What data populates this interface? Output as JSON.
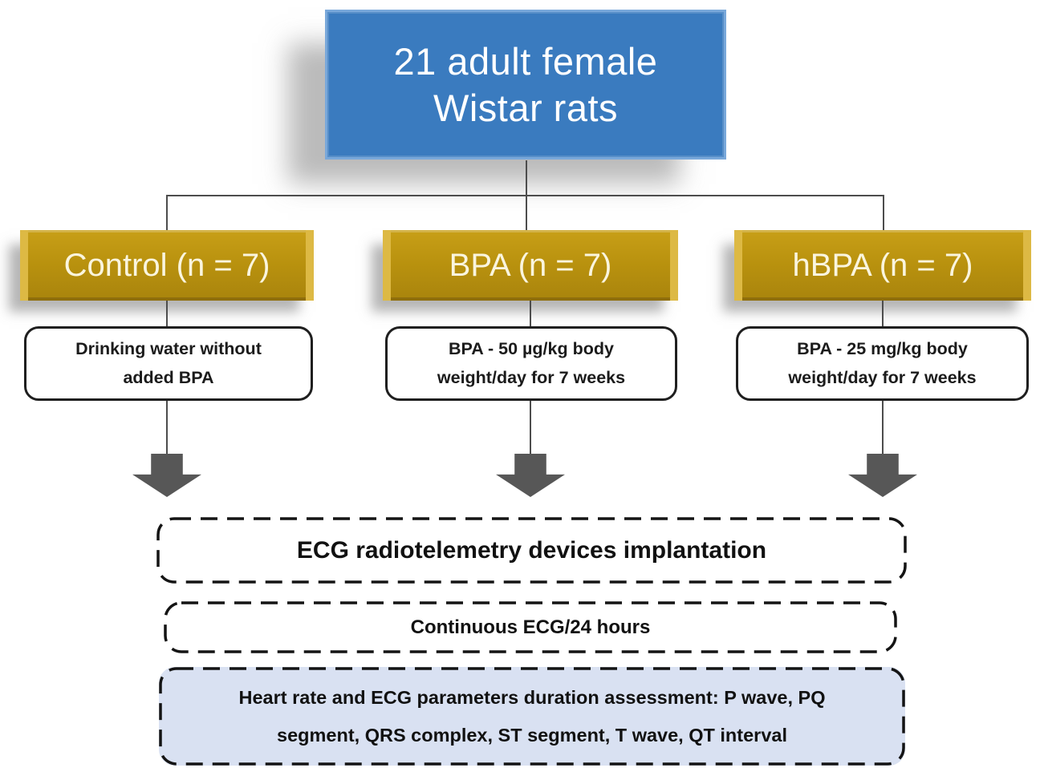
{
  "diagram": {
    "title": {
      "line1": "21 adult female",
      "line2": "Wistar rats"
    },
    "groups": [
      {
        "label": "Control (n = 7)",
        "treatment_line1": "Drinking water without",
        "treatment_line2": "added BPA"
      },
      {
        "label": "BPA (n = 7)",
        "treatment_line1": "BPA - 50 µg/kg body",
        "treatment_line2": "weight/day for 7 weeks"
      },
      {
        "label": "hBPA (n = 7)",
        "treatment_line1": "BPA - 25 mg/kg body",
        "treatment_line2": "weight/day for 7 weeks"
      }
    ],
    "steps": [
      {
        "text": "ECG radiotelemetry devices implantation"
      },
      {
        "text": "Continuous ECG/24 hours"
      },
      {
        "line1": "Heart rate and ECG parameters duration assessment: P wave, PQ",
        "line2": "segment, QRS complex, ST segment, T wave, QT interval"
      }
    ],
    "colors": {
      "title_fill": "#3A7BBF",
      "title_border": "#79A8DA",
      "group_fill": "#B8910E",
      "group_bevel": "#DDB944",
      "group_text": "#FAF5DE",
      "connector": "#4D4D4D",
      "arrow": "#575757",
      "box_border": "#141414",
      "step3_fill": "#D9E1F2"
    }
  }
}
